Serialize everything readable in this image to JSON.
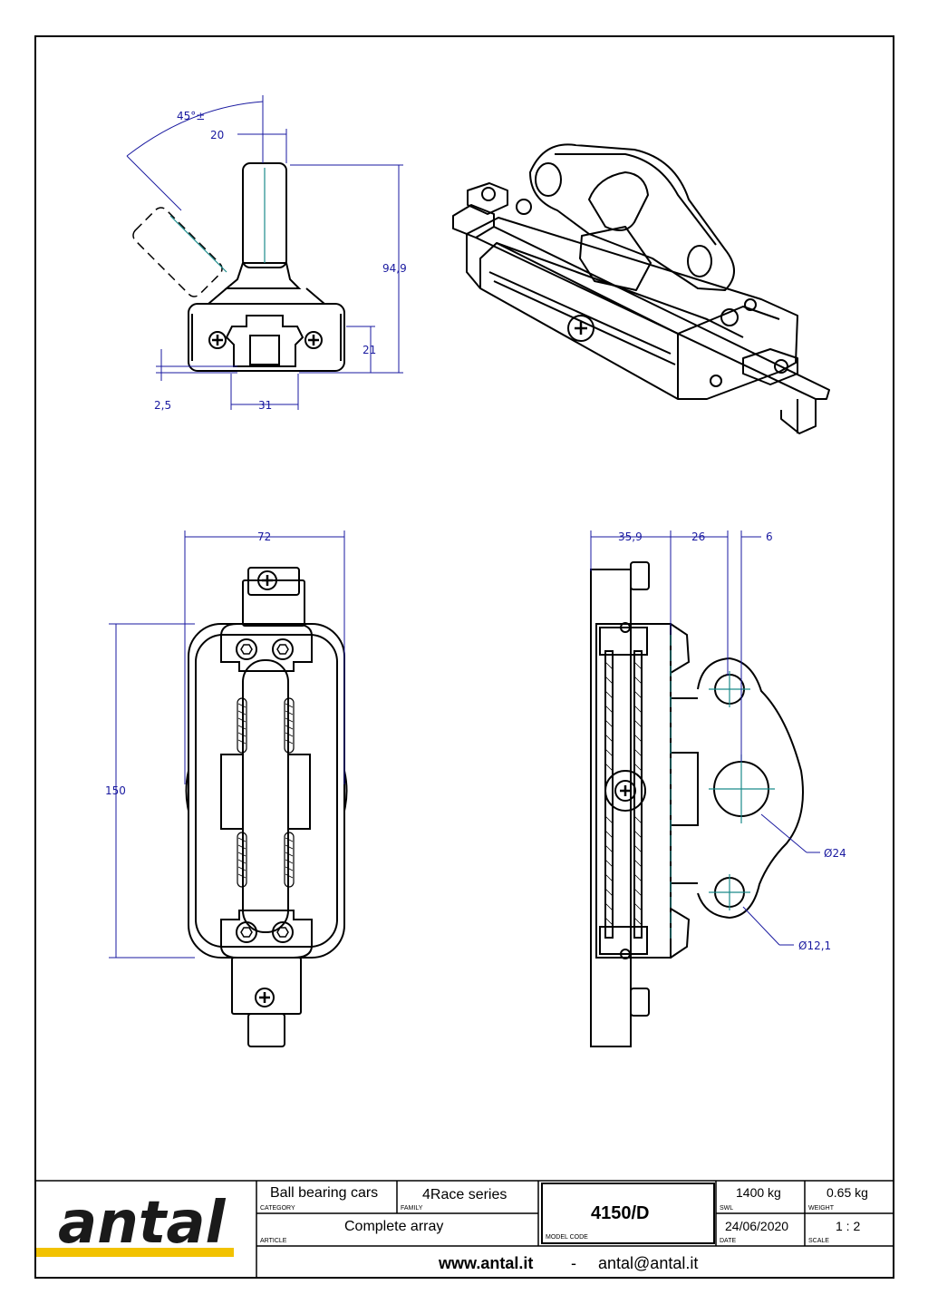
{
  "drawing": {
    "dimensions": {
      "angle": "45°±",
      "width_20": "20",
      "height_94_9": "94,9",
      "height_21": "21",
      "offset_2_5": "2,5",
      "width_31": "31",
      "width_72": "72",
      "length_150": "150",
      "side_35_9": "35,9",
      "side_26": "26",
      "side_6": "6",
      "dia_24": "Ø24",
      "dia_12_1": "Ø12,1"
    }
  },
  "title_block": {
    "logo": "antal",
    "category_value": "Ball bearing cars",
    "category_label": "CATEGORY",
    "family_value": "4Race series",
    "family_label": "FAMILY",
    "article_value": "Complete array",
    "article_label": "ARTICLE",
    "model_code_value": "4150/D",
    "model_code_label": "MODEL CODE",
    "swl_value": "1400 kg",
    "swl_label": "SWL",
    "weight_value": "0.65 kg",
    "weight_label": "WEIGHT",
    "date_value": "24/06/2020",
    "date_label": "DATE",
    "scale_value": "1 : 2",
    "scale_label": "SCALE",
    "website": "www.antal.it",
    "separator": "-",
    "email": "antal@antal.it"
  },
  "colors": {
    "dimension": "#1a1aa0",
    "centerline": "#1a8a8a",
    "logo_stripe": "#f2c200",
    "line": "#000000"
  }
}
